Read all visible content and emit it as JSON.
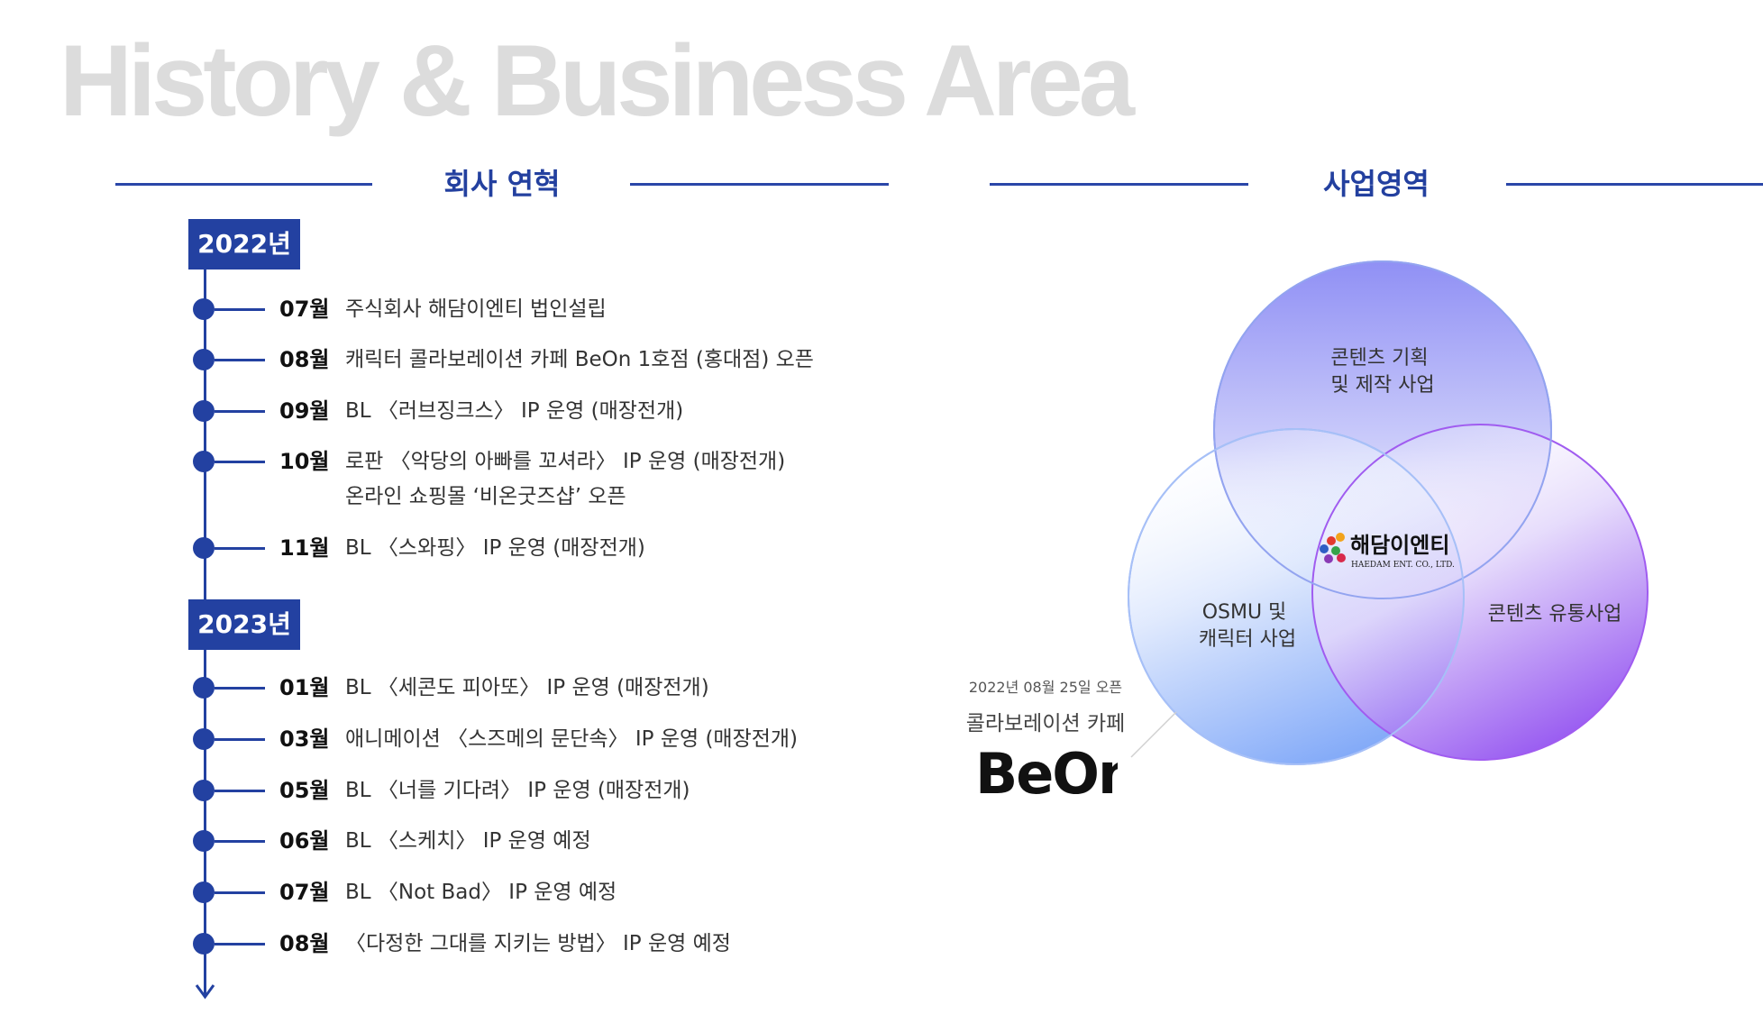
{
  "page_title": "History & Business Area",
  "history": {
    "heading": "회사 연혁",
    "years": [
      {
        "year": "2022년",
        "entries": [
          {
            "month": "07월",
            "lines": [
              "주식회사 해담이엔티 법인설립"
            ]
          },
          {
            "month": "08월",
            "lines": [
              "캐릭터 콜라보레이션 카페 BeOn 1호점 (홍대점) 오픈"
            ]
          },
          {
            "month": "09월",
            "lines": [
              "BL 〈러브징크스〉 IP 운영 (매장전개)"
            ]
          },
          {
            "month": "10월",
            "lines": [
              "로판 〈악당의 아빠를 꼬셔라〉 IP 운영 (매장전개)",
              "온라인 쇼핑몰 ‘비온굿즈샵’ 오픈"
            ]
          },
          {
            "month": "11월",
            "lines": [
              "BL 〈스와핑〉 IP 운영 (매장전개)"
            ]
          }
        ]
      },
      {
        "year": "2023년",
        "entries": [
          {
            "month": "01월",
            "lines": [
              "BL 〈세콘도 피아또〉 IP 운영 (매장전개)"
            ]
          },
          {
            "month": "03월",
            "lines": [
              "애니메이션 〈스즈메의 문단속〉 IP 운영 (매장전개)"
            ]
          },
          {
            "month": "05월",
            "lines": [
              "BL 〈너를 기다려〉 IP 운영 (매장전개)"
            ]
          },
          {
            "month": "06월",
            "lines": [
              "BL 〈스케치〉 IP 운영 예정"
            ]
          },
          {
            "month": "07월",
            "lines": [
              "BL 〈Not Bad〉 IP 운영 예정"
            ]
          },
          {
            "month": "08월",
            "lines": [
              "〈다정한 그대를 지키는 방법〉 IP 운영 예정"
            ]
          }
        ]
      }
    ]
  },
  "business": {
    "heading": "사업영역",
    "circles": {
      "top": [
        "콘텐츠 기획",
        "및 제작 사업"
      ],
      "left": [
        "OSMU 및",
        "캐릭터 사업"
      ],
      "right": [
        "콘텐츠 유통사업"
      ]
    },
    "center_logo": {
      "name": "해담이엔티",
      "sub": "HAEDAM ENT. CO., LTD."
    },
    "beon": {
      "date": "2022년 08월 25일 오픈",
      "subtitle": "콜라보레이션 카페",
      "logo_text": "BeOn"
    }
  },
  "colors": {
    "accent": "#2341a1",
    "title_gray": "#dcdcdc",
    "beon_teal": "#3bb8c0",
    "circle_top": "#8c8cf5",
    "circle_left": "#6e9cf8",
    "circle_right": "#8a3ff0"
  }
}
